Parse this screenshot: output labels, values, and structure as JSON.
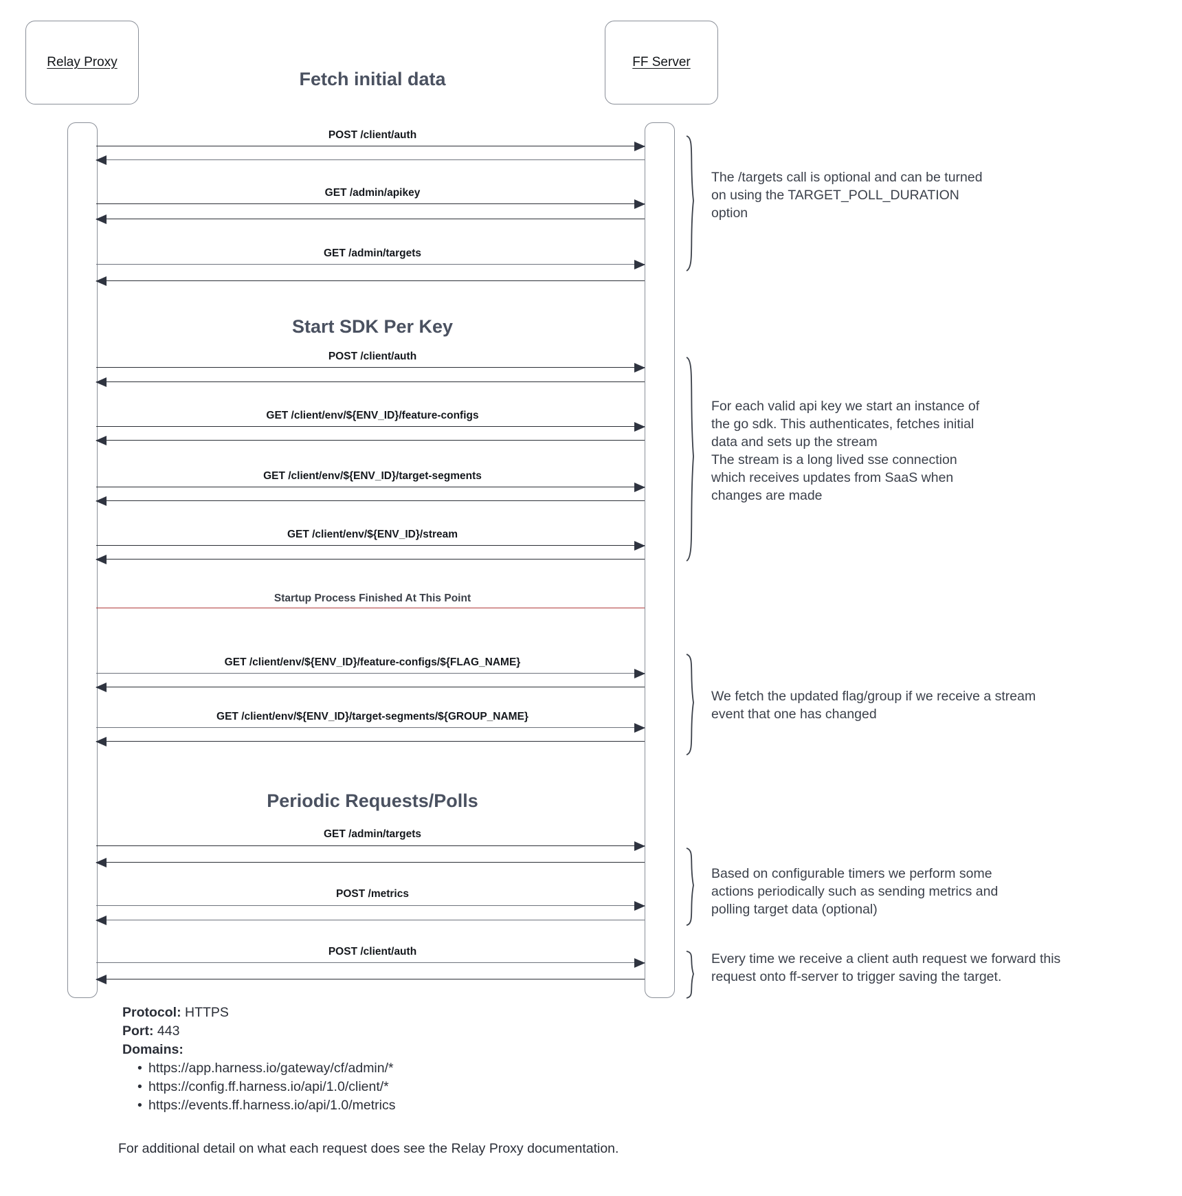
{
  "diagram": {
    "actors": [
      {
        "id": "relay-proxy",
        "label": "Relay Proxy"
      },
      {
        "id": "ff-server",
        "label": "FF Server"
      }
    ],
    "sections": [
      {
        "id": "fetch-initial-data",
        "title": "Fetch initial data"
      },
      {
        "id": "start-sdk-per-key",
        "title": "Start SDK Per Key"
      },
      {
        "id": "periodic-requests",
        "title": "Periodic Requests/Polls"
      }
    ],
    "messages": [
      {
        "id": "m1",
        "label": "POST /client/auth"
      },
      {
        "id": "m2",
        "label": "GET /admin/apikey"
      },
      {
        "id": "m3",
        "label": "GET /admin/targets"
      },
      {
        "id": "m4",
        "label": "POST /client/auth"
      },
      {
        "id": "m5",
        "label": "GET /client/env/${ENV_ID}/feature-configs"
      },
      {
        "id": "m6",
        "label": "GET /client/env/${ENV_ID}/target-segments"
      },
      {
        "id": "m7",
        "label": "GET /client/env/${ENV_ID}/stream"
      },
      {
        "id": "m8",
        "label": "GET /client/env/${ENV_ID}/feature-configs/${FLAG_NAME}"
      },
      {
        "id": "m9",
        "label": "GET /client/env/${ENV_ID}/target-segments/${GROUP_NAME}"
      },
      {
        "id": "m10",
        "label": "GET /admin/targets"
      },
      {
        "id": "m11",
        "label": "POST /metrics"
      },
      {
        "id": "m12",
        "label": "POST /client/auth"
      }
    ],
    "divider": {
      "label": "Startup Process Finished At This Point",
      "color": "#b03a3a"
    },
    "notes": [
      {
        "id": "note-targets-optional",
        "lines": [
          "The /targets call is optional and can be turned",
          "on using the TARGET_POLL_DURATION",
          "option"
        ]
      },
      {
        "id": "note-sdk-instance",
        "lines": [
          "For each valid api key we start an instance of",
          "the go sdk. This authenticates, fetches initial",
          "data and sets up the stream",
          "The stream is a long lived sse connection",
          "which receives updates from SaaS when",
          "changes are made"
        ]
      },
      {
        "id": "note-stream-update",
        "lines": [
          "We fetch the updated flag/group if we receive a stream",
          "event that one has changed"
        ]
      },
      {
        "id": "note-configurable-timers",
        "lines": [
          "Based on configurable timers we perform some",
          "actions periodically such as sending metrics and",
          "polling target data (optional)"
        ]
      },
      {
        "id": "note-client-auth-forward",
        "lines": [
          "Every time we receive a client auth request we forward this",
          "request onto ff-server to trigger saving the target."
        ]
      }
    ]
  },
  "footer": {
    "protocol_label": "Protocol:",
    "protocol_value": "HTTPS",
    "port_label": "Port:",
    "port_value": "443",
    "domains_label": "Domains:",
    "domains": [
      "https://app.harness.io/gateway/cf/admin/*",
      "https://config.ff.harness.io/api/1.0/client/*",
      "https://events.ff.harness.io/api/1.0/metrics"
    ],
    "footnote": "For additional detail on what each request does see the Relay Proxy documentation."
  }
}
